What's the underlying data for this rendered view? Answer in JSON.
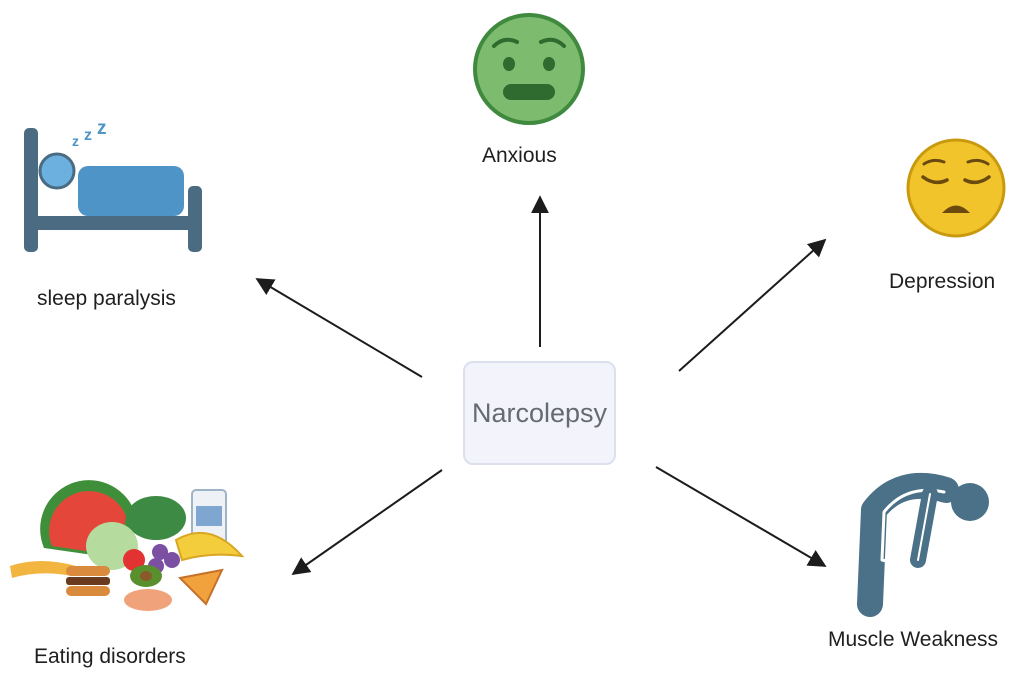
{
  "center": {
    "label": "Narcolepsy"
  },
  "effects": [
    {
      "id": "anxious",
      "label": "Anxious",
      "icon": "anxious-face-icon",
      "color": "#7dbb6e"
    },
    {
      "id": "depression",
      "label": "Depression",
      "icon": "sad-face-icon",
      "color": "#f0c42a"
    },
    {
      "id": "sleep-paralysis",
      "label": "sleep paralysis",
      "icon": "sleeping-in-bed-icon",
      "color": "#4f94c7"
    },
    {
      "id": "eating-disorders",
      "label": "Eating disorders",
      "icon": "food-pile-icon",
      "color": "#e4473a"
    },
    {
      "id": "muscle-weakness",
      "label": "Muscle Weakness",
      "icon": "hunched-person-icon",
      "color": "#4a7187"
    }
  ],
  "colors": {
    "arrow": "#1c1c1c",
    "node_border": "#dcdfee",
    "node_fill": "#f3f4fb"
  }
}
